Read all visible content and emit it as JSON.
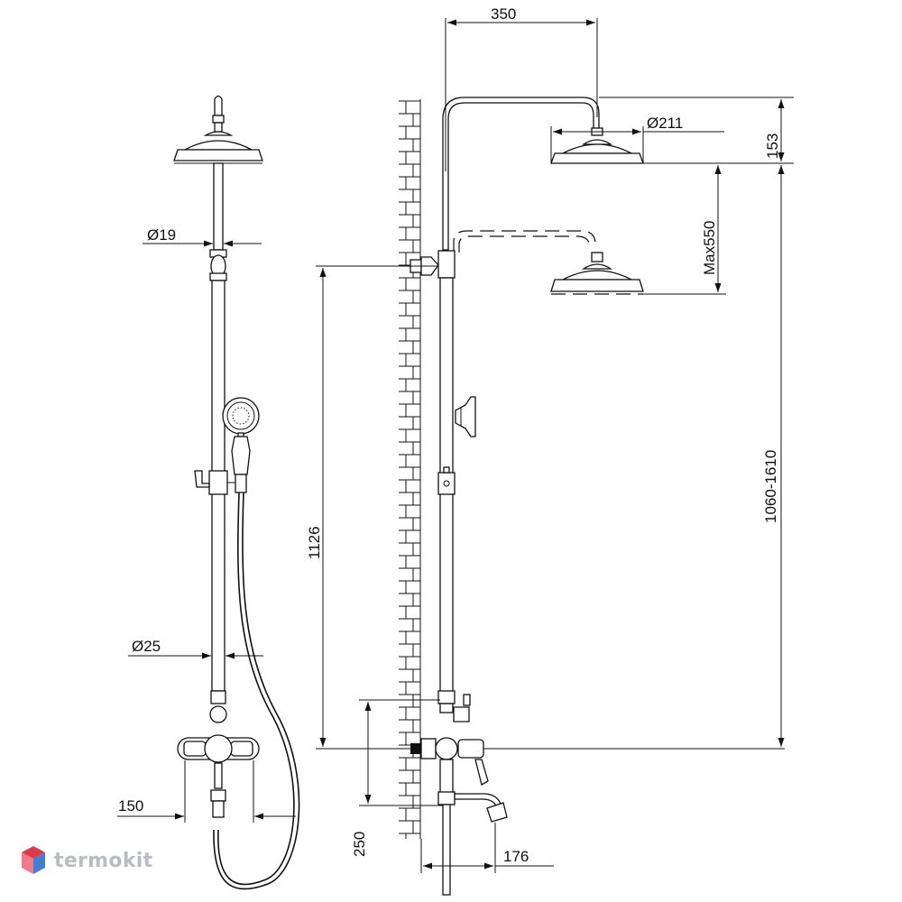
{
  "front_view": {
    "labels": {
      "arm_diameter": "Ø19",
      "bar_diameter": "Ø25",
      "mixer_spacing": "150"
    }
  },
  "side_view": {
    "labels": {
      "arm_reach": "350",
      "head_diameter": "Ø211",
      "head_height": "153",
      "slide_range": "Max550",
      "mount_height": "1126",
      "total_adjust": "1060-1610",
      "spout_height": "250",
      "spout_reach": "176"
    }
  },
  "brand": {
    "name": "termokit",
    "colors": {
      "logo_red": "#e0394b",
      "logo_blue": "#3f7fd6",
      "text": "#b9bcc4"
    }
  }
}
